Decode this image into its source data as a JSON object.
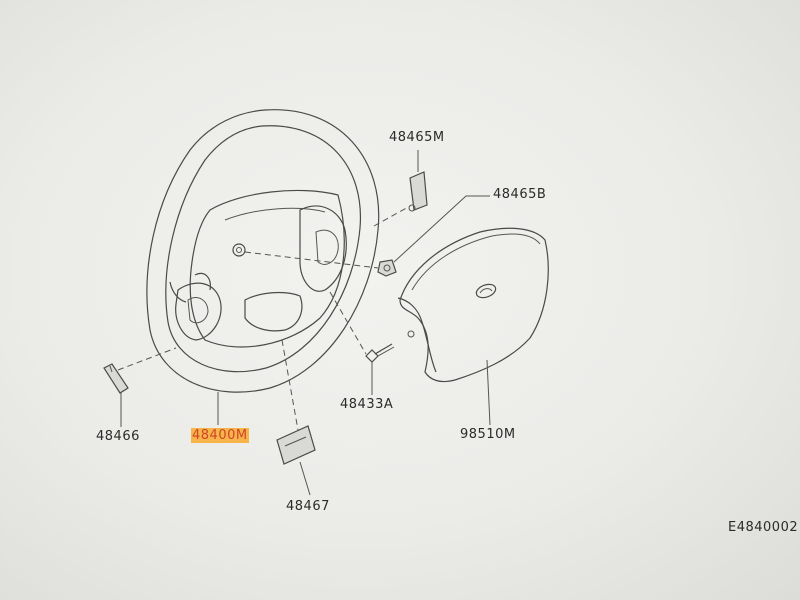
{
  "labels": {
    "wheel_upper_bracket": "48465M",
    "nut": "48465B",
    "steering_wheel": "48400M",
    "left_cover": "48466",
    "bottom_cover": "48467",
    "bolt": "48433A",
    "airbag_module": "98510M",
    "figure_code": "E4840002"
  },
  "highlight_color": "#f6b44a",
  "highlight_text_color": "#d0452a"
}
